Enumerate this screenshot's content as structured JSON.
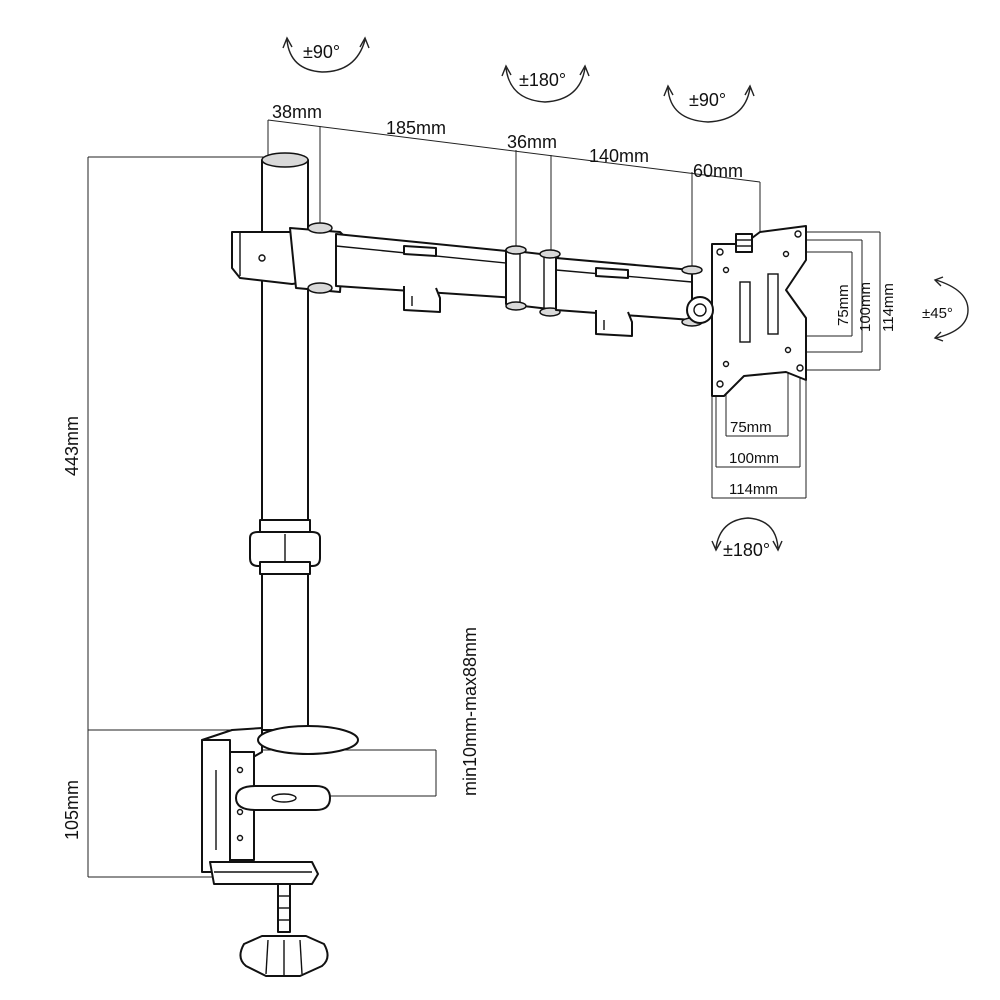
{
  "labels": {
    "rot_top_left": "±90°",
    "rot_top_mid": "±180°",
    "rot_top_right": "±90°",
    "rot_tilt": "±45°",
    "rot_bottom": "±180°",
    "seg_pole": "38mm",
    "seg_arm1": "185mm",
    "seg_joint": "36mm",
    "seg_arm2": "140mm",
    "seg_head": "60mm",
    "height_total": "443mm",
    "height_clamp": "105mm",
    "desk_range": "min10mm-max88mm",
    "vesa_h_75": "75mm",
    "vesa_h_100": "100mm",
    "vesa_h_114": "114mm",
    "vesa_w_75": "75mm",
    "vesa_w_100": "100mm",
    "vesa_w_114": "114mm"
  },
  "colors": {
    "line": "#111111",
    "shade": "#d9d9d9",
    "background": "#ffffff"
  }
}
